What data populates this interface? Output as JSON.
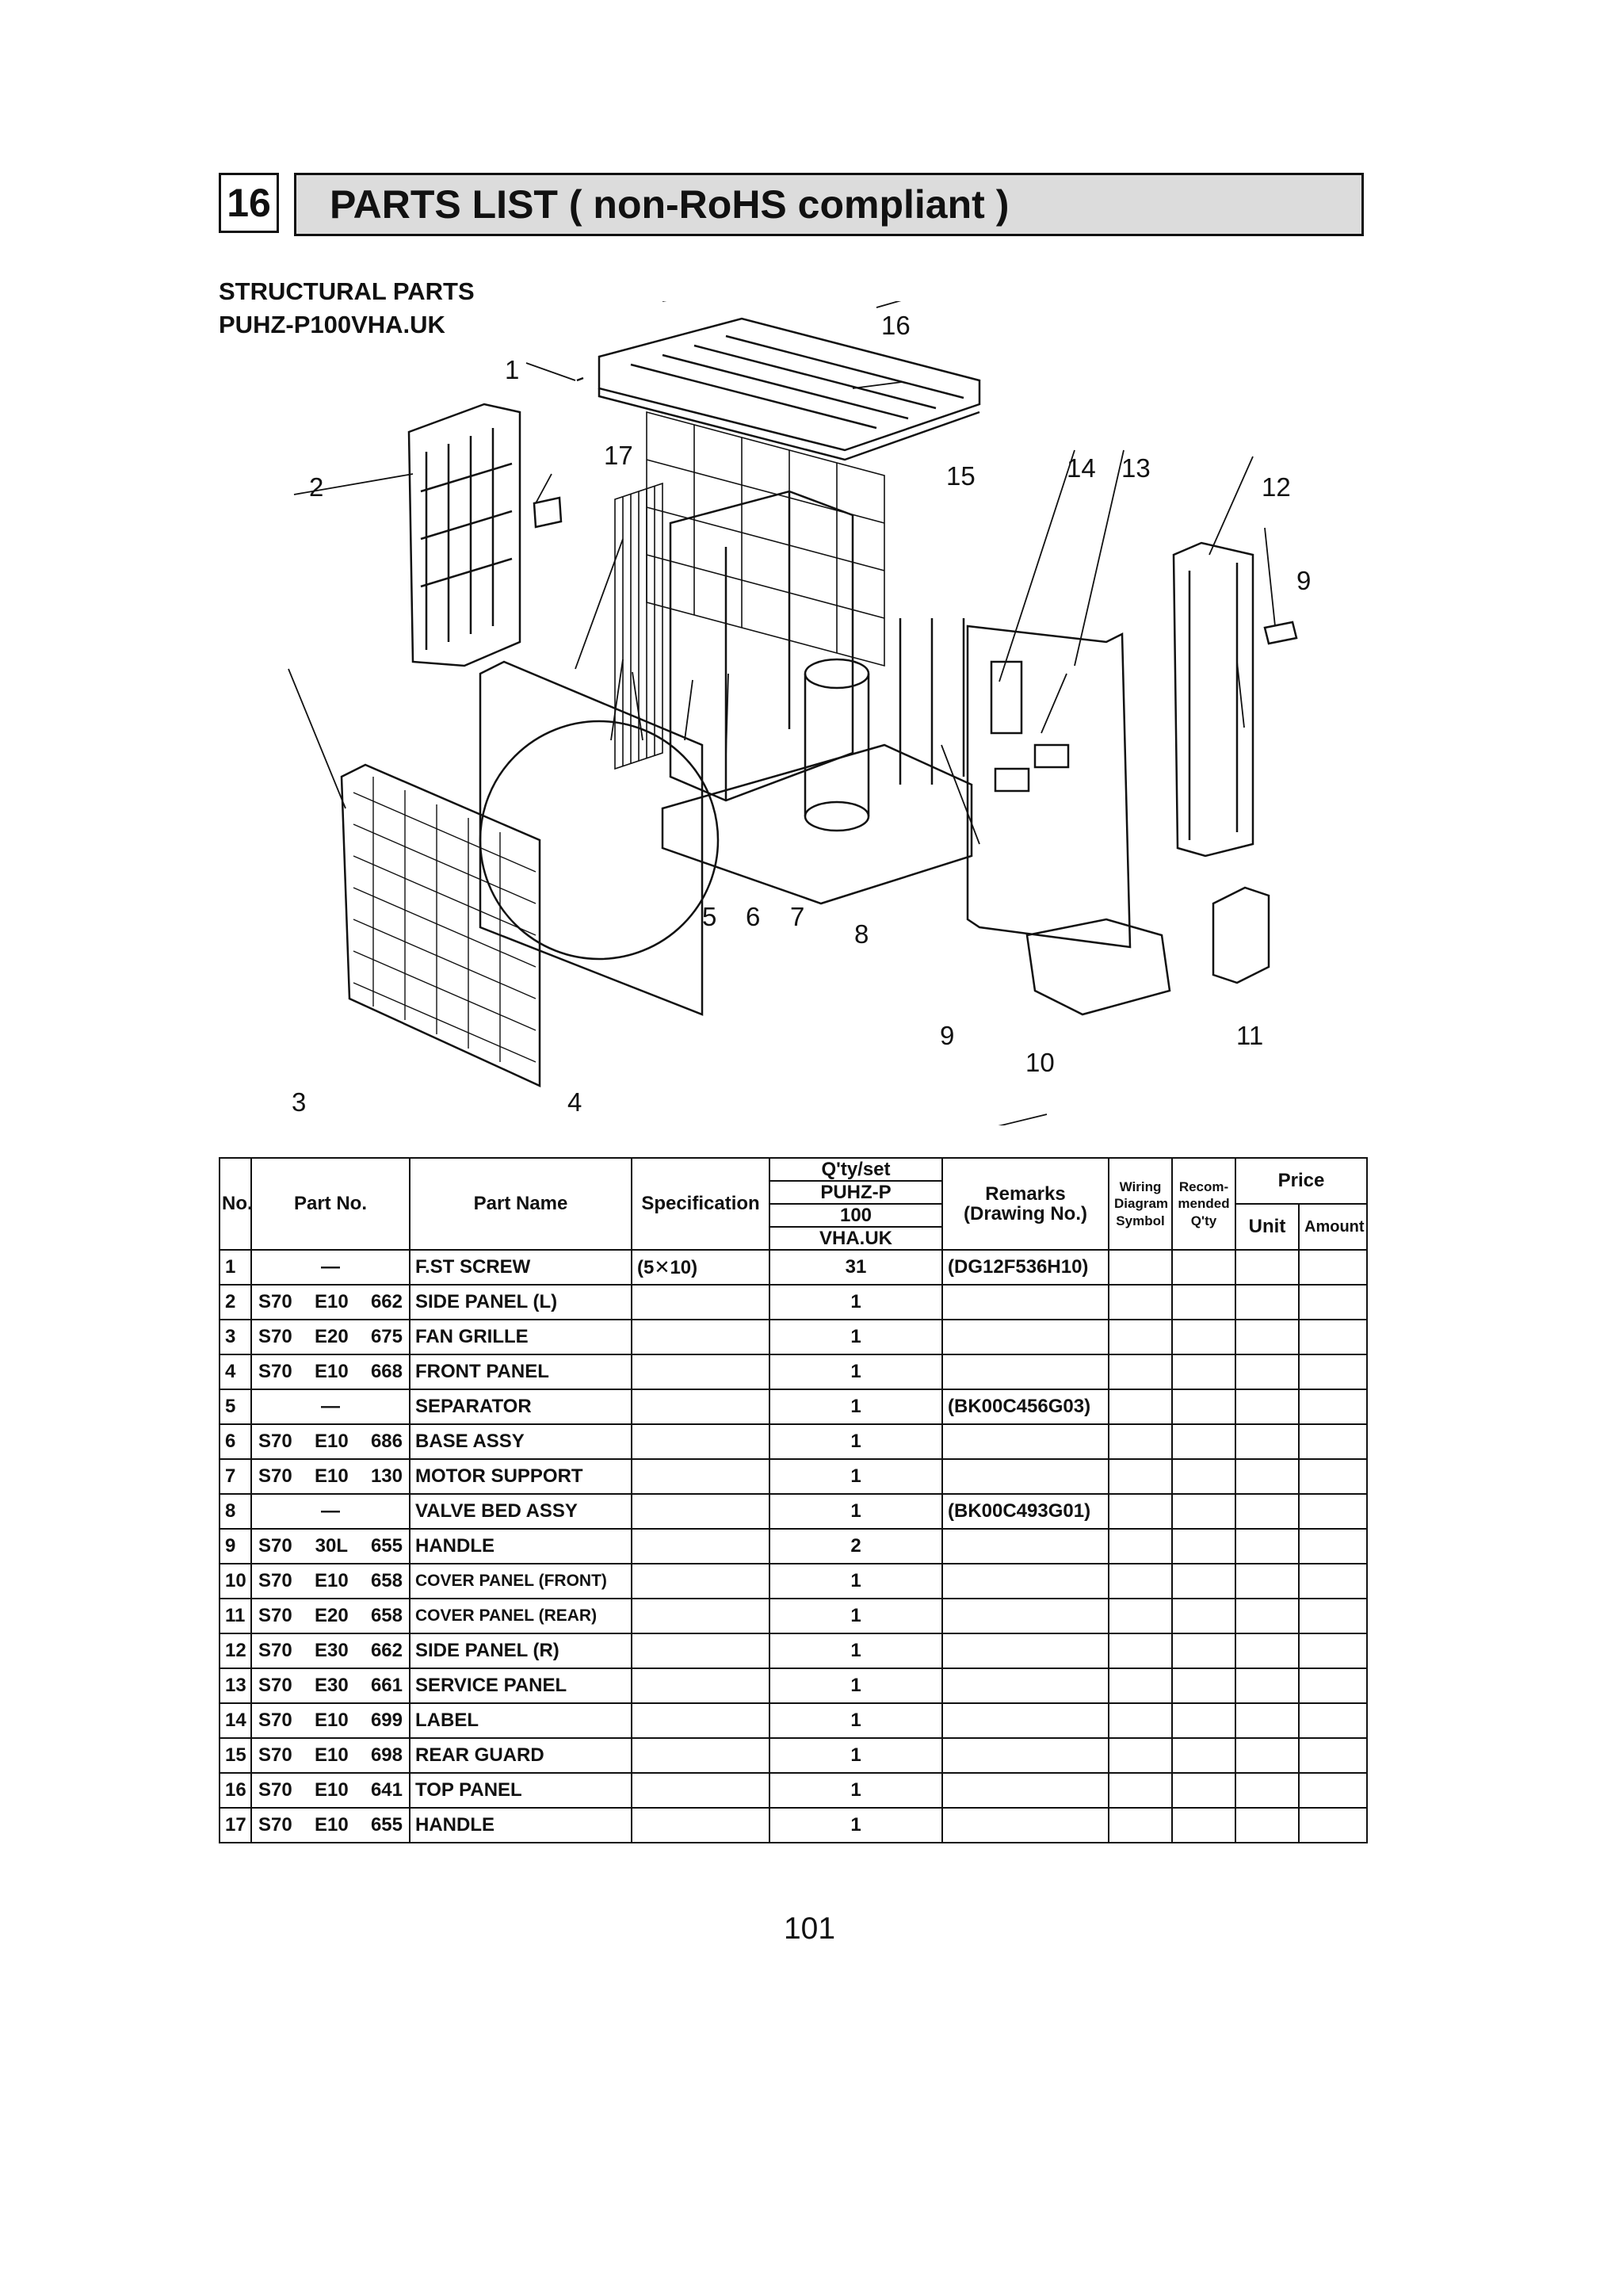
{
  "section": {
    "number": "16",
    "title": "PARTS LIST ( non-RoHS compliant )"
  },
  "subtitle": "STRUCTURAL PARTS",
  "model": "PUHZ-P100VHA.UK",
  "diagram_labels": [
    "1",
    "2",
    "3",
    "4",
    "5",
    "6",
    "7",
    "8",
    "9",
    "9",
    "10",
    "11",
    "12",
    "13",
    "14",
    "15",
    "16",
    "17"
  ],
  "table": {
    "headers": {
      "no": "No.",
      "part_no": "Part No.",
      "part_name": "Part Name",
      "specification": "Specification",
      "qty_set": "Q'ty/set",
      "model_line1": "PUHZ-P",
      "model_line2": "100",
      "model_line3": "VHA.UK",
      "remarks_line1": "Remarks",
      "remarks_line2": "(Drawing No.)",
      "wiring_line1": "Wiring",
      "wiring_line2": "Diagram",
      "wiring_line3": "Symbol",
      "recom_line1": "Recom-",
      "recom_line2": "mended",
      "recom_line3": "Q'ty",
      "price": "Price",
      "unit": "Unit",
      "amount": "Amount"
    },
    "rows": [
      {
        "no": "1",
        "pn": [
          "—"
        ],
        "name": "F.ST SCREW",
        "spec": "(5✕10)",
        "qty": "31",
        "remarks": "(DG12F536H10)"
      },
      {
        "no": "2",
        "pn": [
          "S70",
          "E10",
          "662"
        ],
        "name": "SIDE PANEL (L)",
        "spec": "",
        "qty": "1",
        "remarks": ""
      },
      {
        "no": "3",
        "pn": [
          "S70",
          "E20",
          "675"
        ],
        "name": "FAN GRILLE",
        "spec": "",
        "qty": "1",
        "remarks": ""
      },
      {
        "no": "4",
        "pn": [
          "S70",
          "E10",
          "668"
        ],
        "name": "FRONT PANEL",
        "spec": "",
        "qty": "1",
        "remarks": ""
      },
      {
        "no": "5",
        "pn": [
          "—"
        ],
        "name": "SEPARATOR",
        "spec": "",
        "qty": "1",
        "remarks": "(BK00C456G03)"
      },
      {
        "no": "6",
        "pn": [
          "S70",
          "E10",
          "686"
        ],
        "name": "BASE ASSY",
        "spec": "",
        "qty": "1",
        "remarks": ""
      },
      {
        "no": "7",
        "pn": [
          "S70",
          "E10",
          "130"
        ],
        "name": "MOTOR SUPPORT",
        "spec": "",
        "qty": "1",
        "remarks": ""
      },
      {
        "no": "8",
        "pn": [
          "—"
        ],
        "name": "VALVE BED ASSY",
        "spec": "",
        "qty": "1",
        "remarks": "(BK00C493G01)"
      },
      {
        "no": "9",
        "pn": [
          "S70",
          "30L",
          "655"
        ],
        "name": "HANDLE",
        "spec": "",
        "qty": "2",
        "remarks": ""
      },
      {
        "no": "10",
        "pn": [
          "S70",
          "E10",
          "658"
        ],
        "name": "COVER PANEL (FRONT)",
        "spec": "",
        "qty": "1",
        "remarks": ""
      },
      {
        "no": "11",
        "pn": [
          "S70",
          "E20",
          "658"
        ],
        "name": "COVER PANEL (REAR)",
        "spec": "",
        "qty": "1",
        "remarks": ""
      },
      {
        "no": "12",
        "pn": [
          "S70",
          "E30",
          "662"
        ],
        "name": "SIDE PANEL (R)",
        "spec": "",
        "qty": "1",
        "remarks": ""
      },
      {
        "no": "13",
        "pn": [
          "S70",
          "E30",
          "661"
        ],
        "name": "SERVICE PANEL",
        "spec": "",
        "qty": "1",
        "remarks": ""
      },
      {
        "no": "14",
        "pn": [
          "S70",
          "E10",
          "699"
        ],
        "name": "LABEL",
        "spec": "",
        "qty": "1",
        "remarks": ""
      },
      {
        "no": "15",
        "pn": [
          "S70",
          "E10",
          "698"
        ],
        "name": "REAR GUARD",
        "spec": "",
        "qty": "1",
        "remarks": ""
      },
      {
        "no": "16",
        "pn": [
          "S70",
          "E10",
          "641"
        ],
        "name": "TOP PANEL",
        "spec": "",
        "qty": "1",
        "remarks": ""
      },
      {
        "no": "17",
        "pn": [
          "S70",
          "E10",
          "655"
        ],
        "name": "HANDLE",
        "spec": "",
        "qty": "1",
        "remarks": ""
      }
    ]
  },
  "page_number": "101"
}
